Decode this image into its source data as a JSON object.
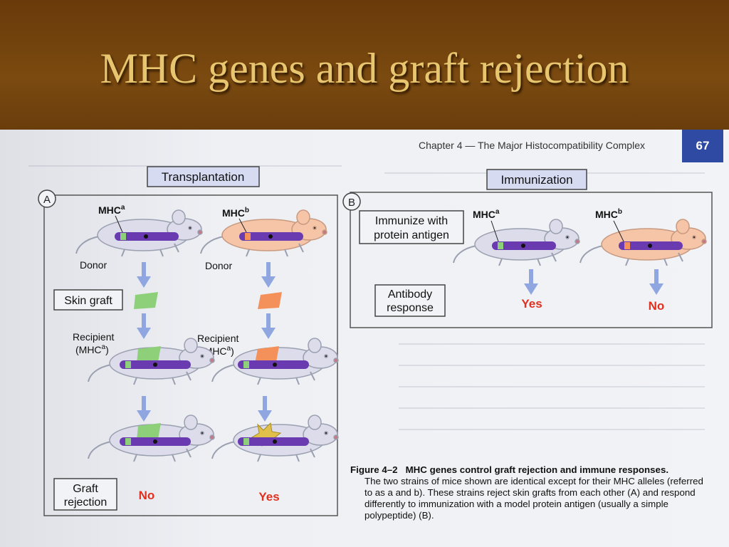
{
  "slide": {
    "title": "MHC genes and graft rejection"
  },
  "book": {
    "chapter_label": "Chapter 4 — The Major Histocompatibility Complex",
    "page_number": "67"
  },
  "panel_a": {
    "letter": "A",
    "heading": "Transplantation",
    "donor_left_mhc": "MHC",
    "donor_left_sup": "a",
    "donor_right_mhc": "MHC",
    "donor_right_sup": "b",
    "donor_label": "Donor",
    "skin_graft_label": "Skin graft",
    "recipient_label": "Recipient",
    "recipient_mhc_open": "(MHC",
    "recipient_mhc_sup": "a",
    "recipient_mhc_close": ")",
    "graft_rejection_line1": "Graft",
    "graft_rejection_line2": "rejection",
    "result_left": "No",
    "result_right": "Yes"
  },
  "panel_b": {
    "letter": "B",
    "heading": "Immunization",
    "immunize_line1": "Immunize with",
    "immunize_line2": "protein antigen",
    "left_mhc": "MHC",
    "left_sup": "a",
    "right_mhc": "MHC",
    "right_sup": "b",
    "antibody_line1": "Antibody",
    "antibody_line2": "response",
    "result_left": "Yes",
    "result_right": "No"
  },
  "caption": {
    "label": "Figure 4–2",
    "title": "MHC genes control graft rejection and immune responses.",
    "body": "The two strains of mice shown are identical except for their MHC alleles (referred to as a and b). These strains reject skin grafts from each other (A) and respond differently to immunization with a model protein antigen (usually a simple polypeptide) (B)."
  },
  "colors": {
    "banner": "#6a3a0a",
    "title_text": "#e8c670",
    "white_mouse": "#dcdcea",
    "pink_mouse": "#f6c4a6",
    "chromosome": "#6a3ab0",
    "allele_a": "#8ed07a",
    "allele_b": "#f4905a",
    "arrow": "#8fa6e0",
    "result_red": "#e0301e",
    "page_number_bg": "#2f4aa2"
  }
}
